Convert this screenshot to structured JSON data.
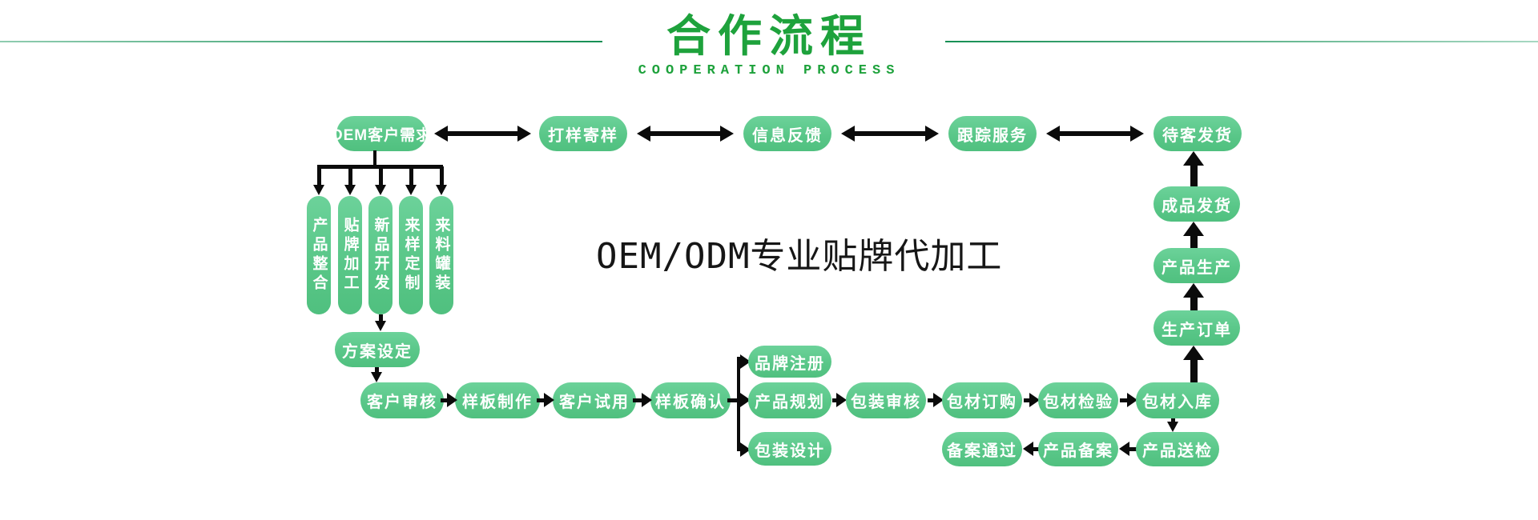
{
  "header": {
    "title": "合作流程",
    "subtitle": "COOPERATION PROCESS"
  },
  "center_text": "OEM/ODM专业贴牌代加工",
  "flow": {
    "top_row": [
      "OEM客户需求",
      "打样寄样",
      "信息反馈",
      "跟踪服务",
      "待客发货"
    ],
    "service_pills": [
      "产品整合",
      "贴牌加工",
      "新品开发",
      "来样定制",
      "来料罐装"
    ],
    "plan": "方案设定",
    "mid_row": [
      "客户审核",
      "样板制作",
      "客户试用",
      "样板确认"
    ],
    "split_row": [
      "品牌注册",
      "产品规划",
      "包装设计"
    ],
    "pack_row": [
      "包装审核",
      "包材订购",
      "包材检验",
      "包材入库"
    ],
    "record_row": [
      "备案通过",
      "产品备案",
      "产品送检"
    ],
    "right_col": [
      "生产订单",
      "产品生产",
      "成品发货"
    ]
  },
  "colors": {
    "pill_green": "#5cc98b",
    "title_green": "#1ea23c",
    "arrow_black": "#0b0b0b",
    "divider_green": "#168f54"
  }
}
